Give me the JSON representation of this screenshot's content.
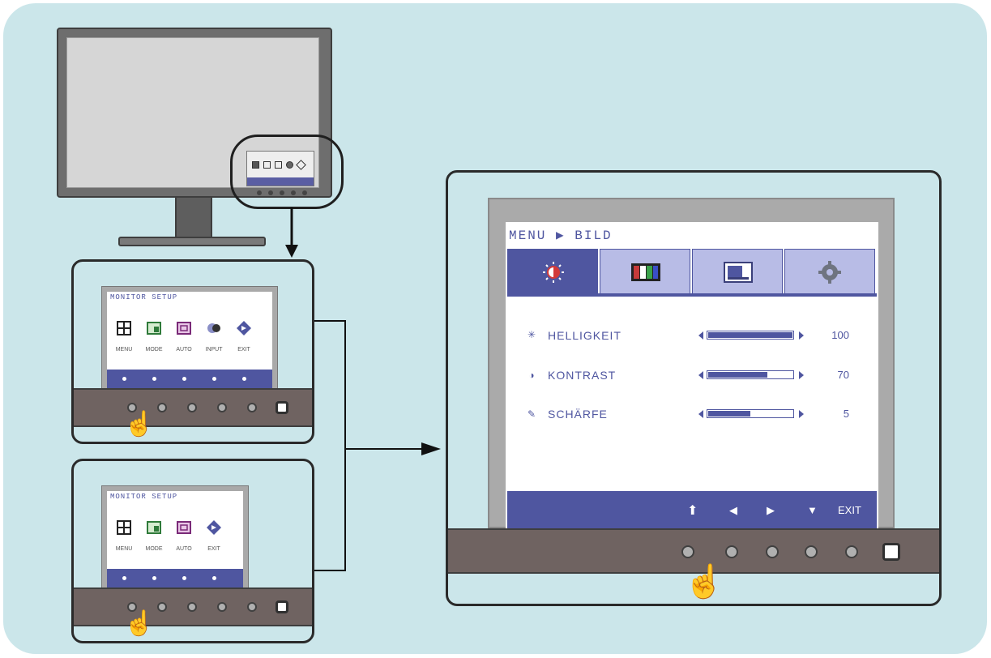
{
  "small_osd_top": {
    "title": "MONITOR SETUP",
    "items": [
      "MENU",
      "MODE",
      "AUTO",
      "INPUT",
      "EXIT"
    ]
  },
  "small_osd_bottom": {
    "title": "MONITOR SETUP",
    "items": [
      "MENU",
      "MODE",
      "AUTO",
      "EXIT"
    ]
  },
  "osd": {
    "breadcrumb": "MENU ▶ BILD",
    "tabs": [
      {
        "icon": "brightness-icon",
        "active": true
      },
      {
        "icon": "color-bars-icon",
        "active": false
      },
      {
        "icon": "display-icon",
        "active": false
      },
      {
        "icon": "settings-gear-icon",
        "active": false
      }
    ],
    "settings": [
      {
        "icon": "sun-icon",
        "label": "HELLIGKEIT",
        "value": "100",
        "level": 1.0
      },
      {
        "icon": "contrast-icon",
        "label": "KONTRAST",
        "value": "70",
        "level": 0.7
      },
      {
        "icon": "sharpness-icon",
        "label": "SCHÄRFE",
        "value": "5",
        "level": 0.5
      }
    ],
    "footer": {
      "up": "⬆",
      "left": "◀",
      "right": "▶",
      "down": "▼",
      "exit": "EXIT"
    }
  },
  "colors": {
    "background": "#cbe6ea",
    "osd_accent": "#4f56a0",
    "osd_tab_light": "#b8bce6",
    "bezel": "#6f6361"
  }
}
